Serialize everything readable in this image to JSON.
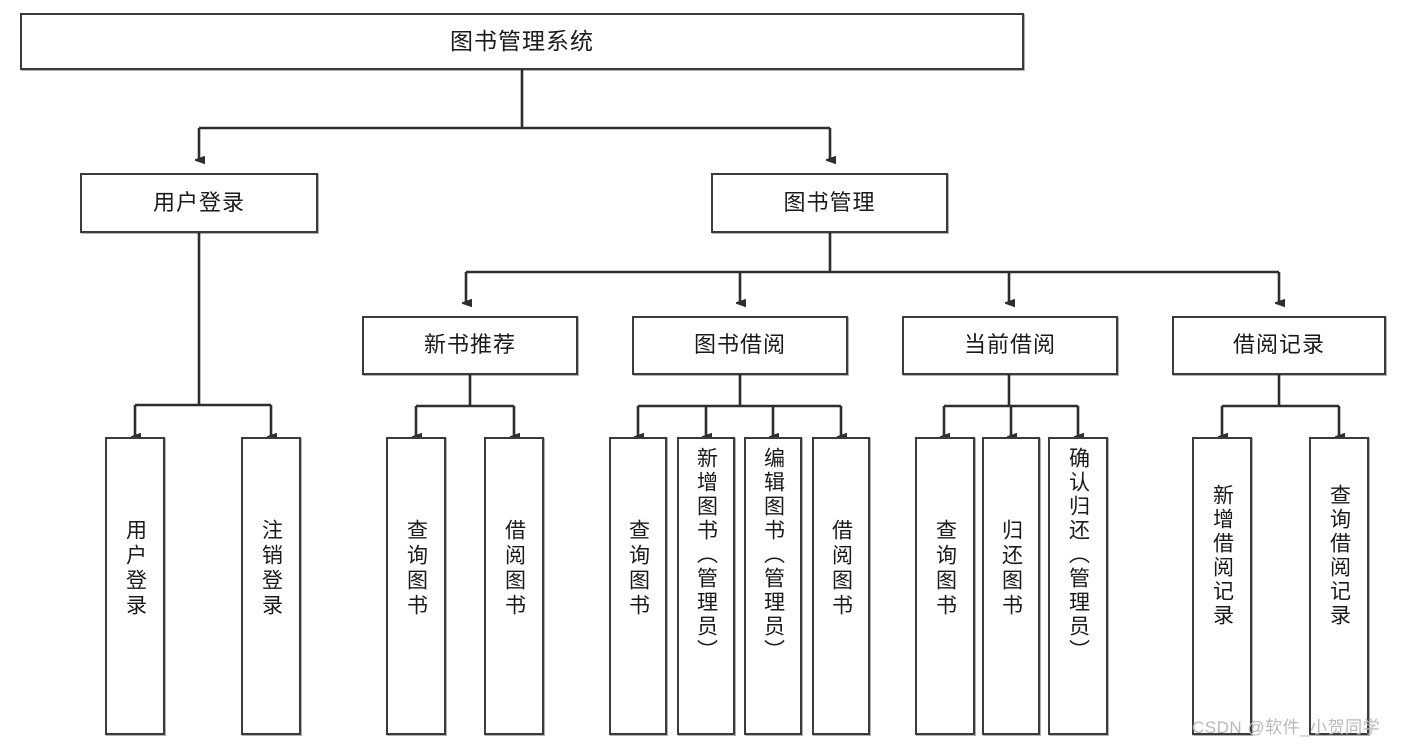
{
  "diagram": {
    "title": "图书管理系统",
    "type": "hierarchy-tree",
    "watermark": "CSDN @软件_小贺同学",
    "colors": {
      "box_border": "#3b3b3b",
      "box_fill": "#ffffff",
      "connector": "#2e2e2e",
      "text": "#1a1a1a",
      "watermark": "#b9b9b9"
    },
    "root": {
      "label": "图书管理系统"
    },
    "level2": [
      {
        "label": "用户登录"
      },
      {
        "label": "图书管理"
      }
    ],
    "level3": [
      {
        "label": "新书推荐"
      },
      {
        "label": "图书借阅"
      },
      {
        "label": "当前借阅"
      },
      {
        "label": "借阅记录"
      }
    ],
    "leaves": {
      "user_login": [
        {
          "label": "用户登录"
        },
        {
          "label": "注销登录"
        }
      ],
      "new_book_recommend": [
        {
          "label": "查询图书"
        },
        {
          "label": "借阅图书"
        }
      ],
      "book_borrow": [
        {
          "label": "查询图书"
        },
        {
          "label": "新增图书（管理员）"
        },
        {
          "label": "编辑图书（管理员）"
        },
        {
          "label": "借阅图书"
        }
      ],
      "current_borrow": [
        {
          "label": "查询图书"
        },
        {
          "label": "归还图书"
        },
        {
          "label": "确认归还（管理员）"
        }
      ],
      "borrow_records": [
        {
          "label": "新增借阅记录"
        },
        {
          "label": "查询借阅记录"
        }
      ]
    }
  }
}
